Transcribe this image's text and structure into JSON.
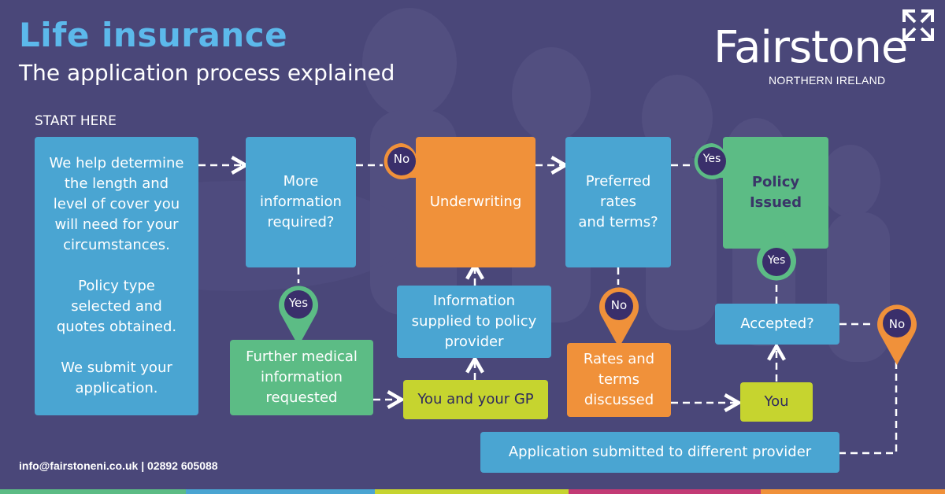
{
  "header": {
    "title": "Life insurance",
    "subtitle": "The application process explained"
  },
  "logo": {
    "wordmark": "Fairstone",
    "region": "NORTHERN IRELAND"
  },
  "start_label": "START HERE",
  "nodes": {
    "help": "We help determine\nthe length and\nlevel of cover you\nwill need for your\ncircumstances.\n\nPolicy type\nselected and\nquotes obtained.\n\nWe submit your\napplication.",
    "more_info": "More\ninformation\nrequired?",
    "underwriting": "Underwriting",
    "preferred": "Preferred\nrates\nand terms?",
    "policy_issued": "Policy\nIssued",
    "further_medical": "Further medical\ninformation\nrequested",
    "you_and_gp": "You and your GP",
    "info_supplied": "Information\nsupplied to policy\nprovider",
    "rates_discussed": "Rates and\nterms\ndiscussed",
    "accepted": "Accepted?",
    "you": "You",
    "different_provider": "Application submitted to different provider"
  },
  "pins": {
    "no_1": "No",
    "yes_1": "Yes",
    "no_2": "No",
    "yes_2": "Yes",
    "yes_3": "Yes",
    "no_3": "No"
  },
  "footer": {
    "contact": "info@fairstoneni.co.uk  |  02892 605088"
  },
  "colors": {
    "background": "#4a4779",
    "blue": "#4aa5d2",
    "orange": "#f0913a",
    "green": "#5cbc85",
    "lime": "#c6d42f",
    "pin_fill": "#3a2f6b",
    "title": "#5cb9eb"
  },
  "icons": {
    "logo_mark": "fairstone-x-mark-icon",
    "pin": "map-pin-icon"
  }
}
